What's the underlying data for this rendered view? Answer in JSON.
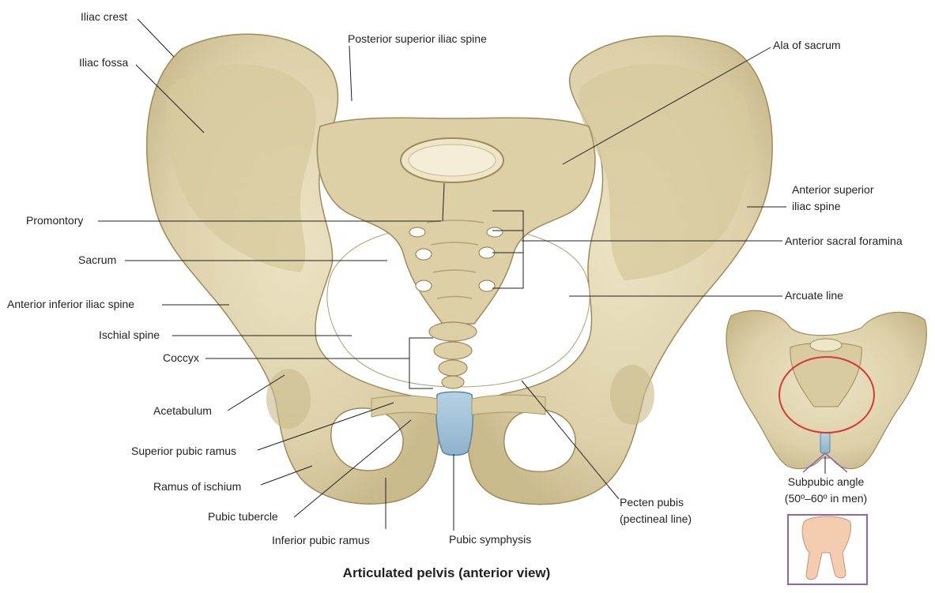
{
  "caption": "Articulated pelvis (anterior view)",
  "labels": {
    "iliac_crest": "Iliac crest",
    "iliac_fossa": "Iliac fossa",
    "posterior_superior_iliac_spine": "Posterior superior iliac spine",
    "ala_of_sacrum": "Ala of sacrum",
    "anterior_superior_iliac_spine": [
      "Anterior superior",
      "iliac spine"
    ],
    "promontory": "Promontory",
    "anterior_sacral_foramina": "Anterior sacral foramina",
    "sacrum": "Sacrum",
    "arcuate_line": "Arcuate line",
    "anterior_inferior_iliac_spine": "Anterior inferior iliac spine",
    "ischial_spine": "Ischial spine",
    "coccyx": "Coccyx",
    "acetabulum": "Acetabulum",
    "superior_pubic_ramus": "Superior pubic ramus",
    "ramus_of_ischium": "Ramus of ischium",
    "pubic_tubercle": "Pubic tubercle",
    "inferior_pubic_ramus": "Inferior pubic ramus",
    "pubic_symphysis": "Pubic symphysis",
    "pecten_pubis": [
      "Pecten pubis",
      "(pectineal line)"
    ]
  },
  "inset": {
    "subpubic_angle": [
      "Subpubic angle",
      "(50º–60º in men)"
    ]
  },
  "colors": {
    "bone": "#e2d7b4",
    "bone_shadow": "#c4b68a",
    "bone_dark": "#a89868",
    "cartilage": "#9cbfd6",
    "inlet_outline": "#d8383a",
    "hand_frame": "#8a66b8",
    "skin": "#f4cdb0",
    "leader": "#231f20"
  }
}
